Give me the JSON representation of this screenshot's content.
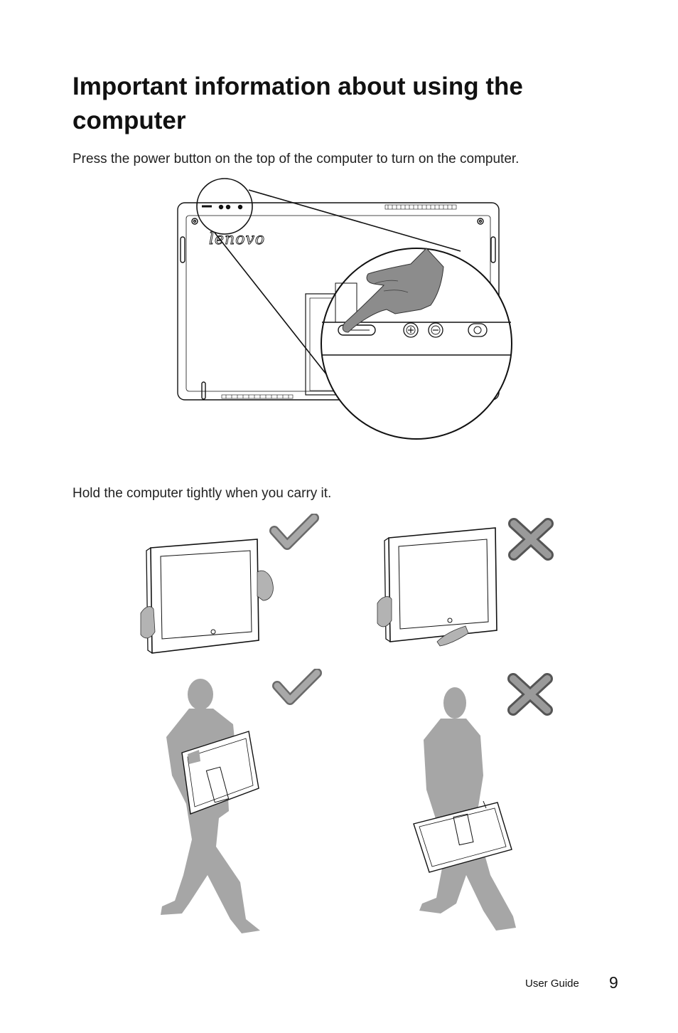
{
  "heading": "Important information about using the computer",
  "paragraph_power": "Press the power button on the top of the computer to turn on the computer.",
  "paragraph_carry": "Hold the computer tightly when you carry it.",
  "logo_text": "lenovo",
  "footer": {
    "label": "User Guide",
    "page_number": "9"
  },
  "colors": {
    "check": "#9a9a9a",
    "cross": "#8a8a8a",
    "silhouette": "#a6a6a6",
    "line": "#111111"
  },
  "icons": [
    "check-icon",
    "cross-icon",
    "power-button-icon",
    "volume-up-icon",
    "volume-down-icon",
    "camera-icon"
  ]
}
